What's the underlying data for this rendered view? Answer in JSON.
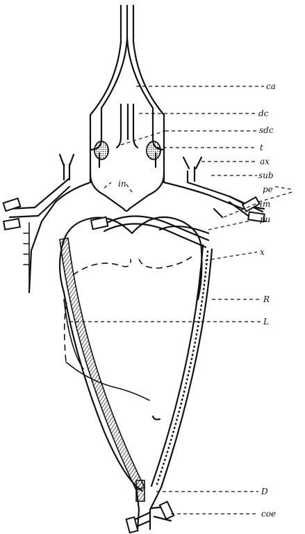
{
  "figure": {
    "labels": {
      "ca": "ca",
      "dc": "dc",
      "sdc": "sdc",
      "t": "t",
      "ax": "ax",
      "sub": "sub",
      "pe": "pe",
      "im": "im",
      "pu": "pu",
      "x": "x",
      "R": "R",
      "L": "L",
      "D": "D",
      "coe": "coe",
      "in": "in"
    }
  }
}
